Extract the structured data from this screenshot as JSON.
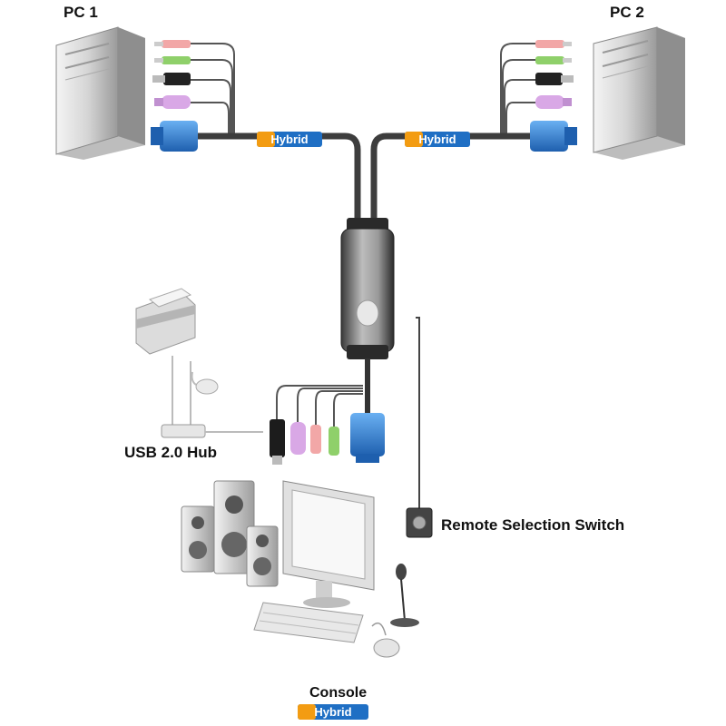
{
  "labels": {
    "pc1": "PC 1",
    "pc2": "PC 2",
    "usb_hub": "USB 2.0 Hub",
    "remote_switch": "Remote Selection Switch",
    "console": "Console"
  },
  "badges": {
    "pc1_cable": "Hybrid",
    "pc2_cable": "Hybrid",
    "console": "Hybrid"
  },
  "colors": {
    "hybrid_left": "#f39c12",
    "hybrid_right": "#1f6fc4",
    "vga_blue": "#2a78d0",
    "cable": "#4a4a4a",
    "audio_green": "#8fd06a",
    "audio_pink": "#f2a7a7",
    "ps2_purple": "#d9a8e6"
  },
  "icons": [
    "tower-pc-icon",
    "vga-connector-icon",
    "usb-plug-icon",
    "ps2-plug-icon",
    "audio-plug-icon",
    "kvm-switch-icon",
    "printer-icon",
    "usb-hub-icon",
    "mouse-icon",
    "remote-switch-icon",
    "monitor-icon",
    "speaker-icon",
    "keyboard-icon",
    "microphone-icon"
  ]
}
